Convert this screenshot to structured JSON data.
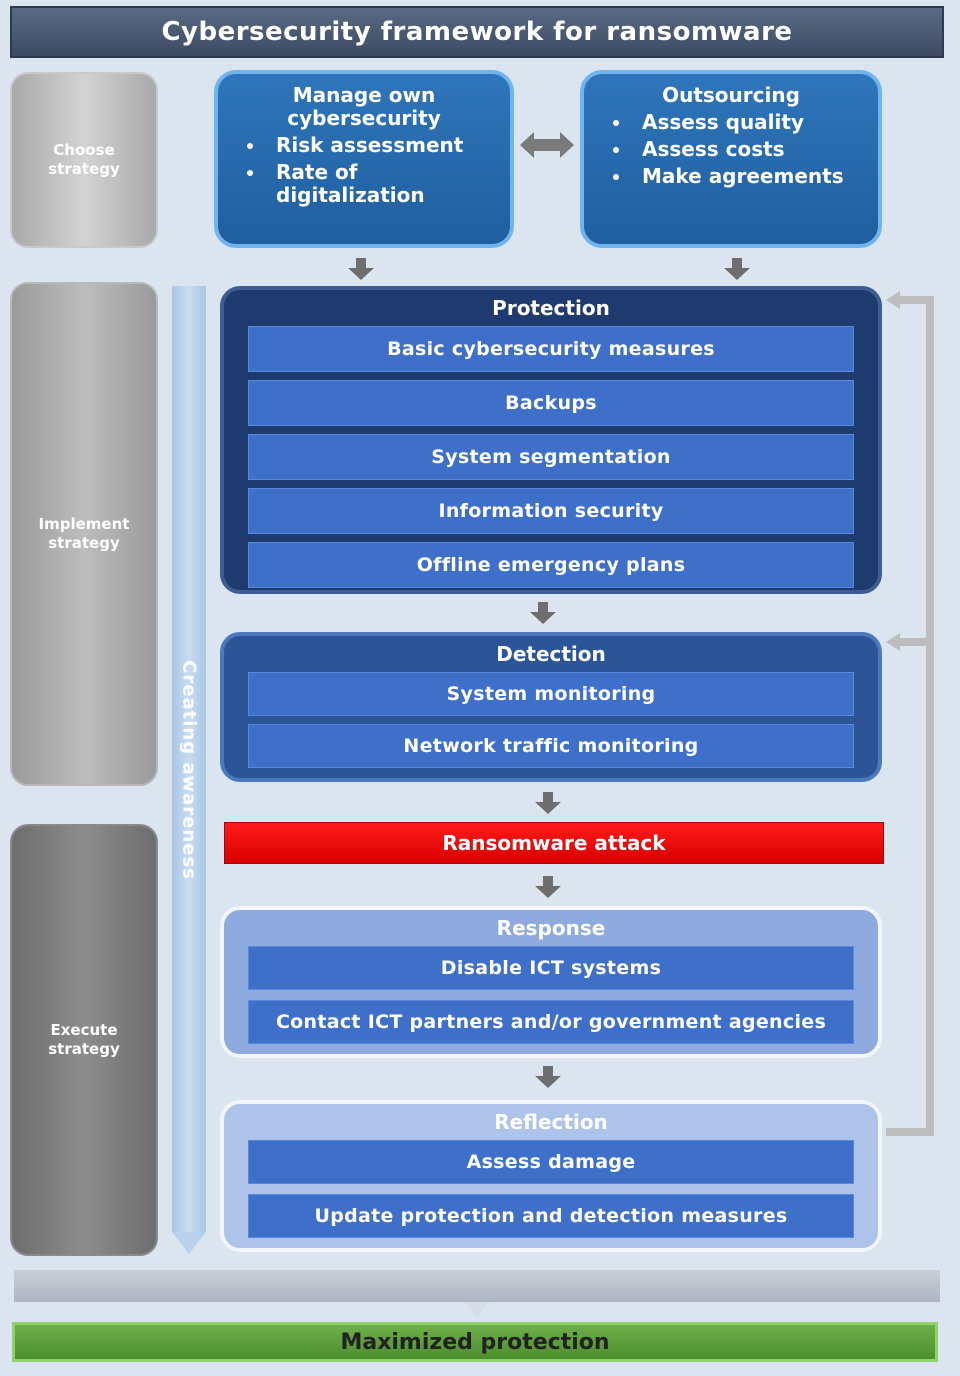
{
  "title": "Cybersecurity framework for ransomware",
  "phases": {
    "choose": "Choose strategy",
    "implement": "Implement strategy",
    "execute": "Execute strategy"
  },
  "awareness": "Creating awareness",
  "strategies": {
    "own": {
      "title": "Manage own cybersecurity",
      "bullets": [
        "Risk assessment",
        "Rate of digitalization"
      ]
    },
    "outsourcing": {
      "title": "Outsourcing",
      "bullets": [
        "Assess quality",
        "Assess costs",
        "Make agreements"
      ]
    }
  },
  "protection": {
    "title": "Protection",
    "items": [
      "Basic cybersecurity measures",
      "Backups",
      "System segmentation",
      "Information security",
      "Offline emergency plans"
    ]
  },
  "detection": {
    "title": "Detection",
    "items": [
      "System monitoring",
      "Network traffic monitoring"
    ]
  },
  "attack": "Ransomware attack",
  "response": {
    "title": "Response",
    "items": [
      "Disable ICT systems",
      "Contact ICT partners and/or government agencies"
    ]
  },
  "reflection": {
    "title": "Reflection",
    "items": [
      "Assess damage",
      "Update protection and detection measures"
    ]
  },
  "result": "Maximized protection",
  "colors": {
    "title_bar": "#4a5871",
    "strategy_box": "#2a6cb0",
    "protection": "#1e3a6e",
    "detection": "#2b5597",
    "item": "#3e6fc9",
    "attack": "#ee0000",
    "result": "#5ea03c"
  }
}
